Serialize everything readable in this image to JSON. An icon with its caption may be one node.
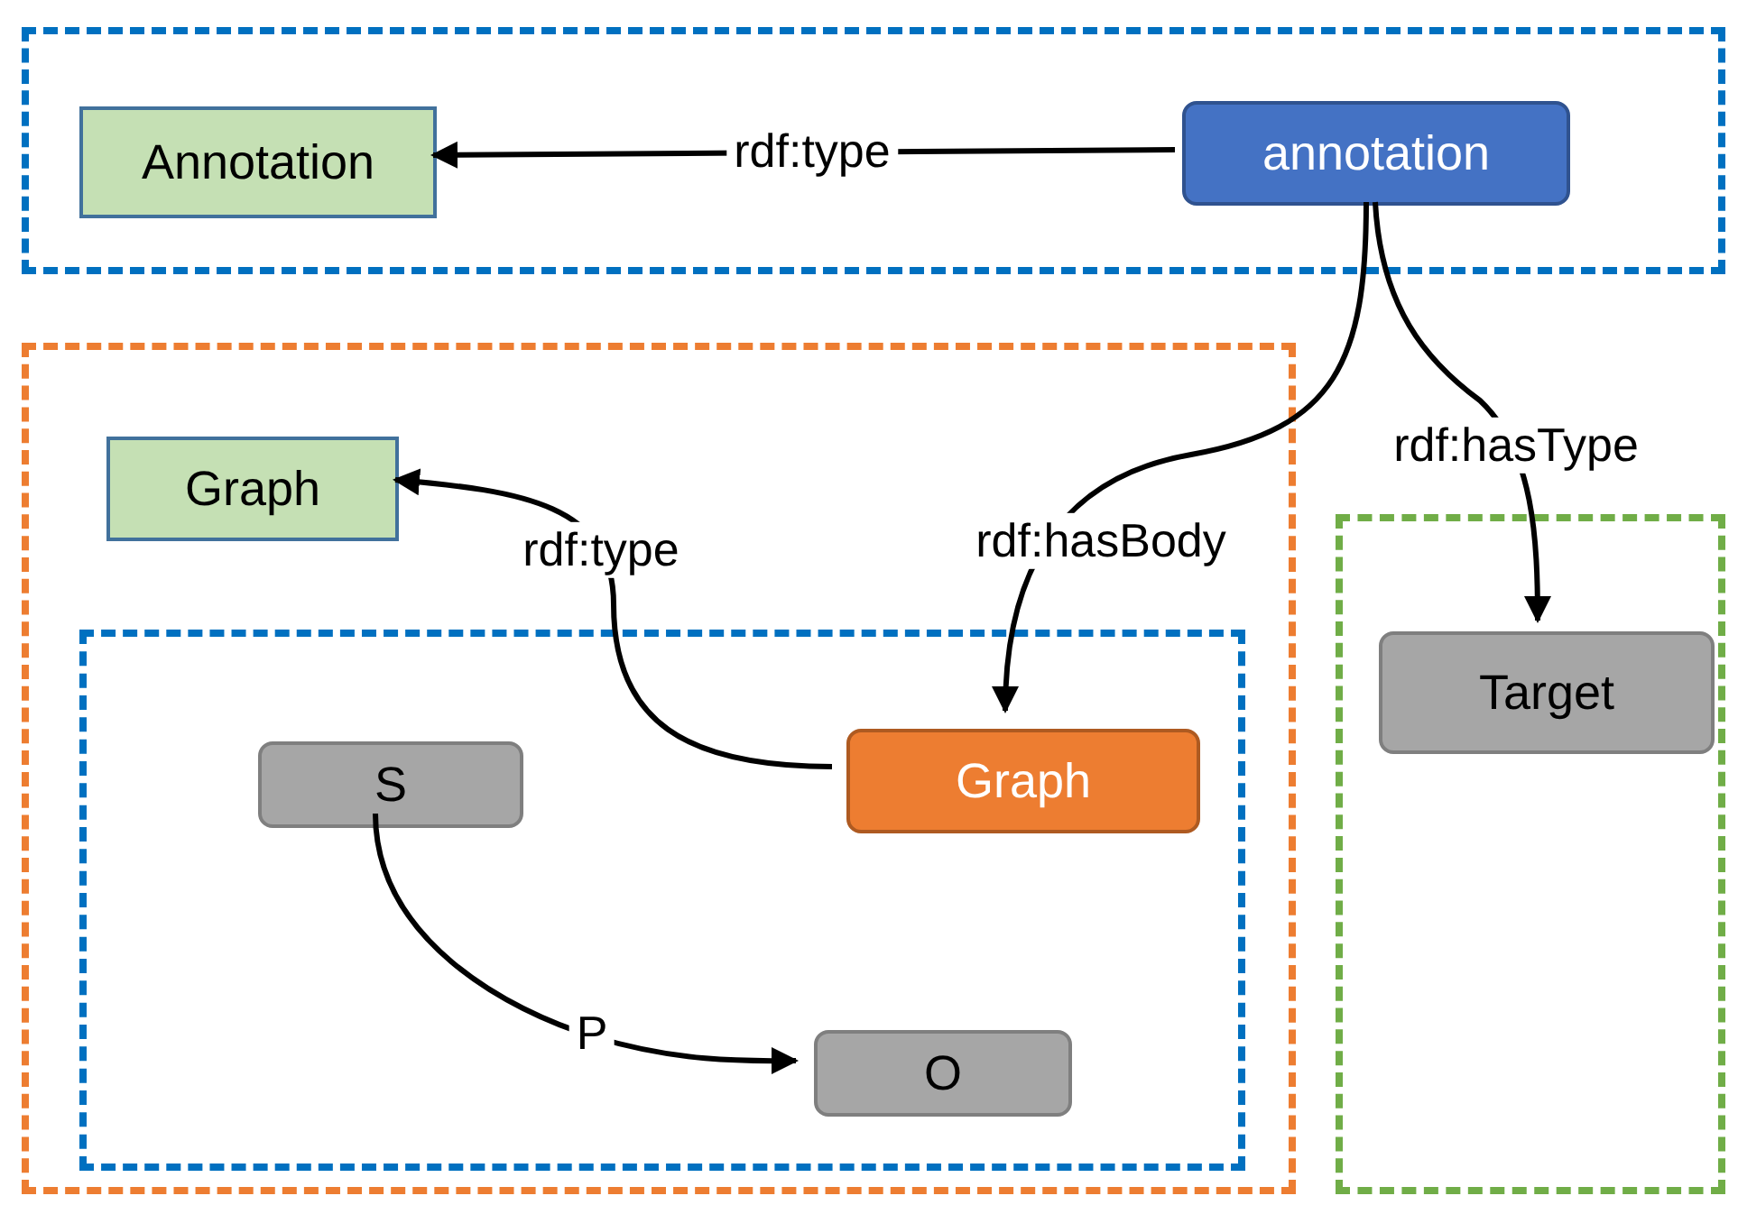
{
  "diagram": {
    "nodes": [
      {
        "text": [],
        "shape": "box"
      },
      {
        "text": [
          "Annotation"
        ],
        "in": 0
      },
      {
        "text": [
          "annotation"
        ],
        "in": 0
      },
      {
        "text": [],
        "shape": "box"
      },
      {
        "text": [
          "Graph"
        ],
        "in": 3
      },
      {
        "text": [],
        "shape": "box",
        "in": 3
      },
      {
        "text": [
          "Graph"
        ],
        "in": 5
      },
      {
        "text": [
          "S"
        ],
        "in": 5
      },
      {
        "text": [
          "O"
        ],
        "in": 5
      },
      {
        "text": [],
        "shape": "box"
      },
      {
        "text": [
          "Target"
        ],
        "in": 9
      }
    ],
    "edges": [
      {
        "from": 2,
        "to": 1,
        "arrow": "to",
        "label": "rdf:type"
      },
      {
        "from": 2,
        "to": 6,
        "arrow": "to",
        "label": "rdf:hasBody"
      },
      {
        "from": 2,
        "to": 10,
        "arrow": "to",
        "label": "rdf:hasType"
      },
      {
        "from": 6,
        "to": 4,
        "arrow": "to",
        "label": "rdf:type"
      },
      {
        "from": 7,
        "to": 8,
        "arrow": "to",
        "label": "P"
      }
    ]
  }
}
